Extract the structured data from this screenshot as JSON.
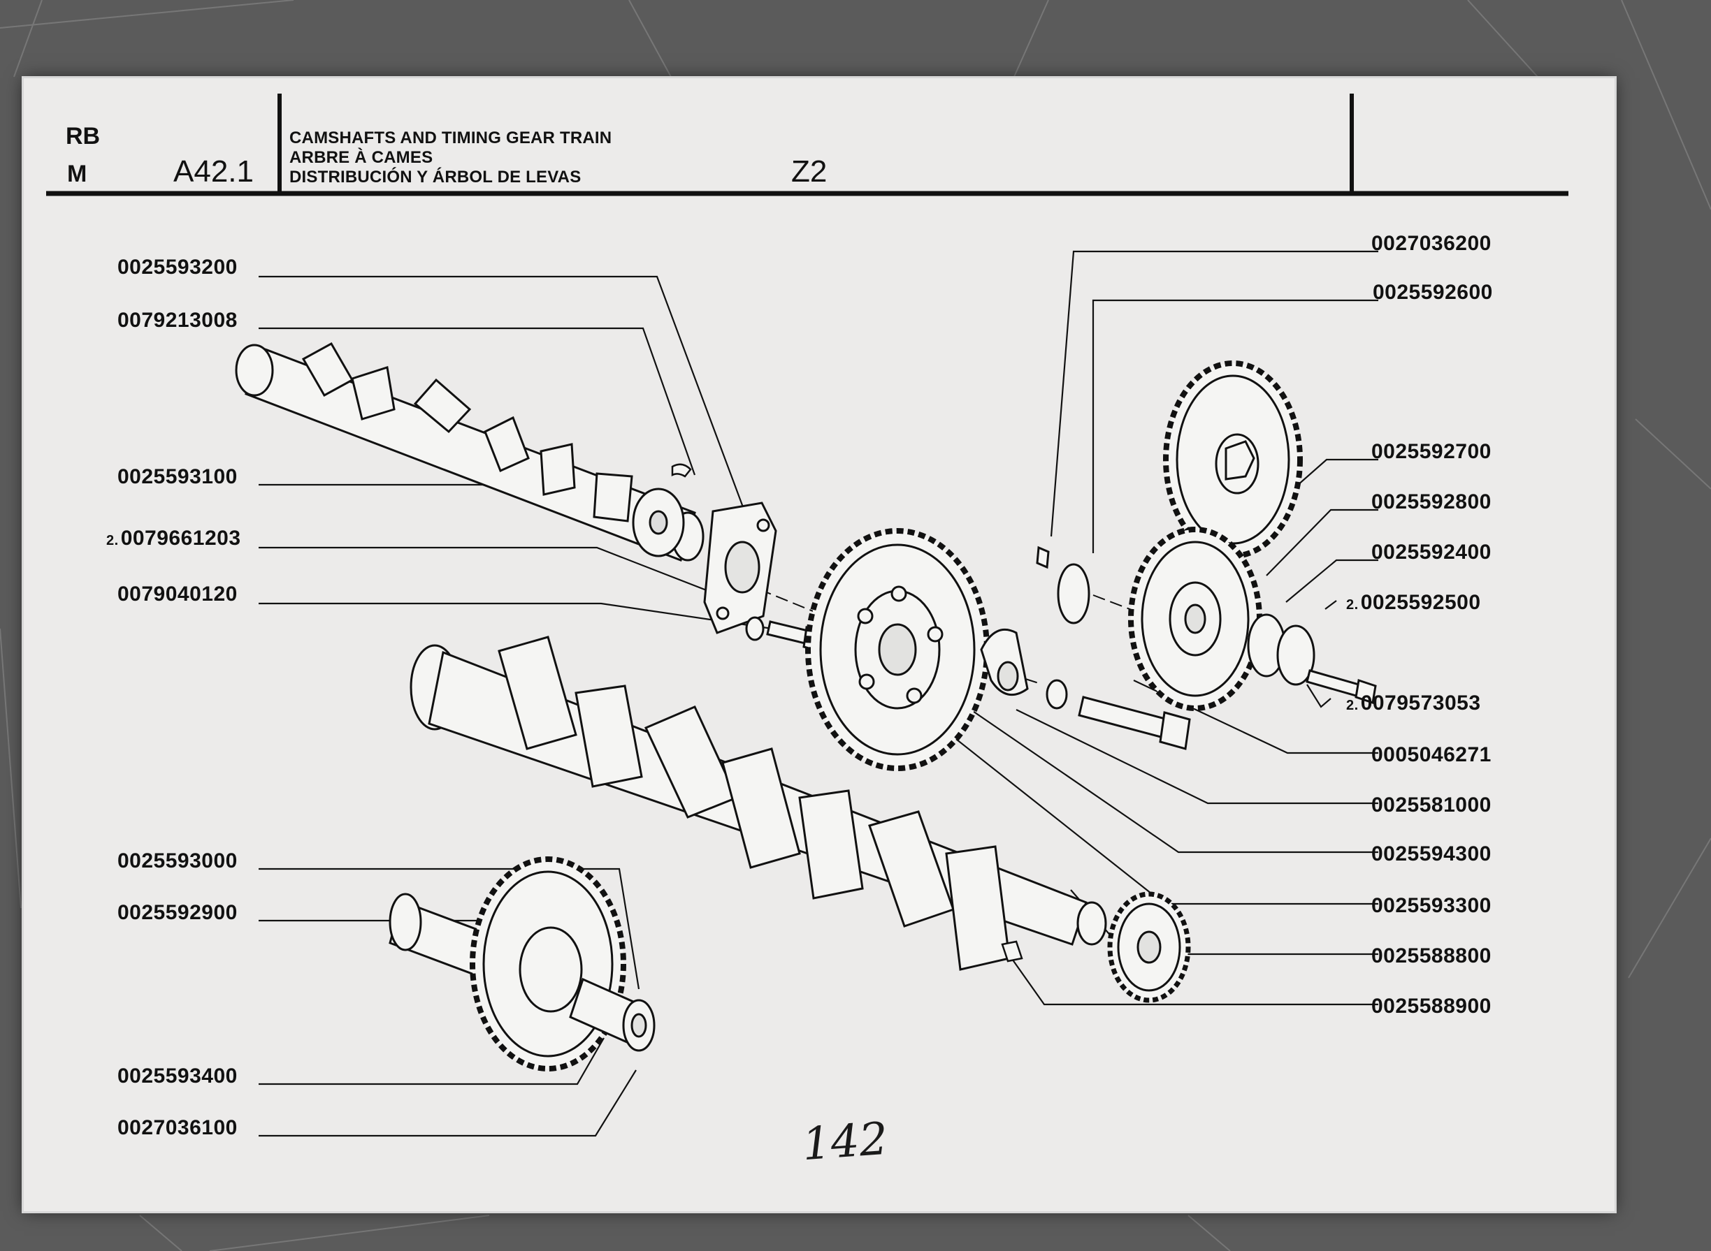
{
  "header": {
    "code_top": "RB",
    "code_bottom": "M",
    "section": "A42.1",
    "title_en": "CAMSHAFTS AND TIMING GEAR TRAIN",
    "title_fr": "ARBRE À CAMES",
    "title_es": "DISTRIBUCIÓN Y ÁRBOL DE LEVAS",
    "zone": "Z2"
  },
  "parts_left": [
    {
      "number": "0025593200",
      "prefix": ""
    },
    {
      "number": "0079213008",
      "prefix": ""
    },
    {
      "number": "0025593100",
      "prefix": ""
    },
    {
      "number": "0079661203",
      "prefix": "2."
    },
    {
      "number": "0079040120",
      "prefix": ""
    },
    {
      "number": "0025593000",
      "prefix": ""
    },
    {
      "number": "0025592900",
      "prefix": ""
    },
    {
      "number": "0025593400",
      "prefix": ""
    },
    {
      "number": "0027036100",
      "prefix": ""
    }
  ],
  "parts_right": [
    {
      "number": "0027036200",
      "prefix": ""
    },
    {
      "number": "0025592600",
      "prefix": ""
    },
    {
      "number": "0025592700",
      "prefix": ""
    },
    {
      "number": "0025592800",
      "prefix": ""
    },
    {
      "number": "0025592400",
      "prefix": ""
    },
    {
      "number": "0025592500",
      "prefix": "2."
    },
    {
      "number": "0079573053",
      "prefix": "2."
    },
    {
      "number": "0005046271",
      "prefix": ""
    },
    {
      "number": "0025581000",
      "prefix": ""
    },
    {
      "number": "0025594300",
      "prefix": ""
    },
    {
      "number": "0025593300",
      "prefix": ""
    },
    {
      "number": "0025588800",
      "prefix": ""
    },
    {
      "number": "0025588900",
      "prefix": ""
    }
  ],
  "page_number": "142",
  "colors": {
    "paper": "#ecebea",
    "ink": "#111111",
    "background": "#5a5a5a"
  }
}
